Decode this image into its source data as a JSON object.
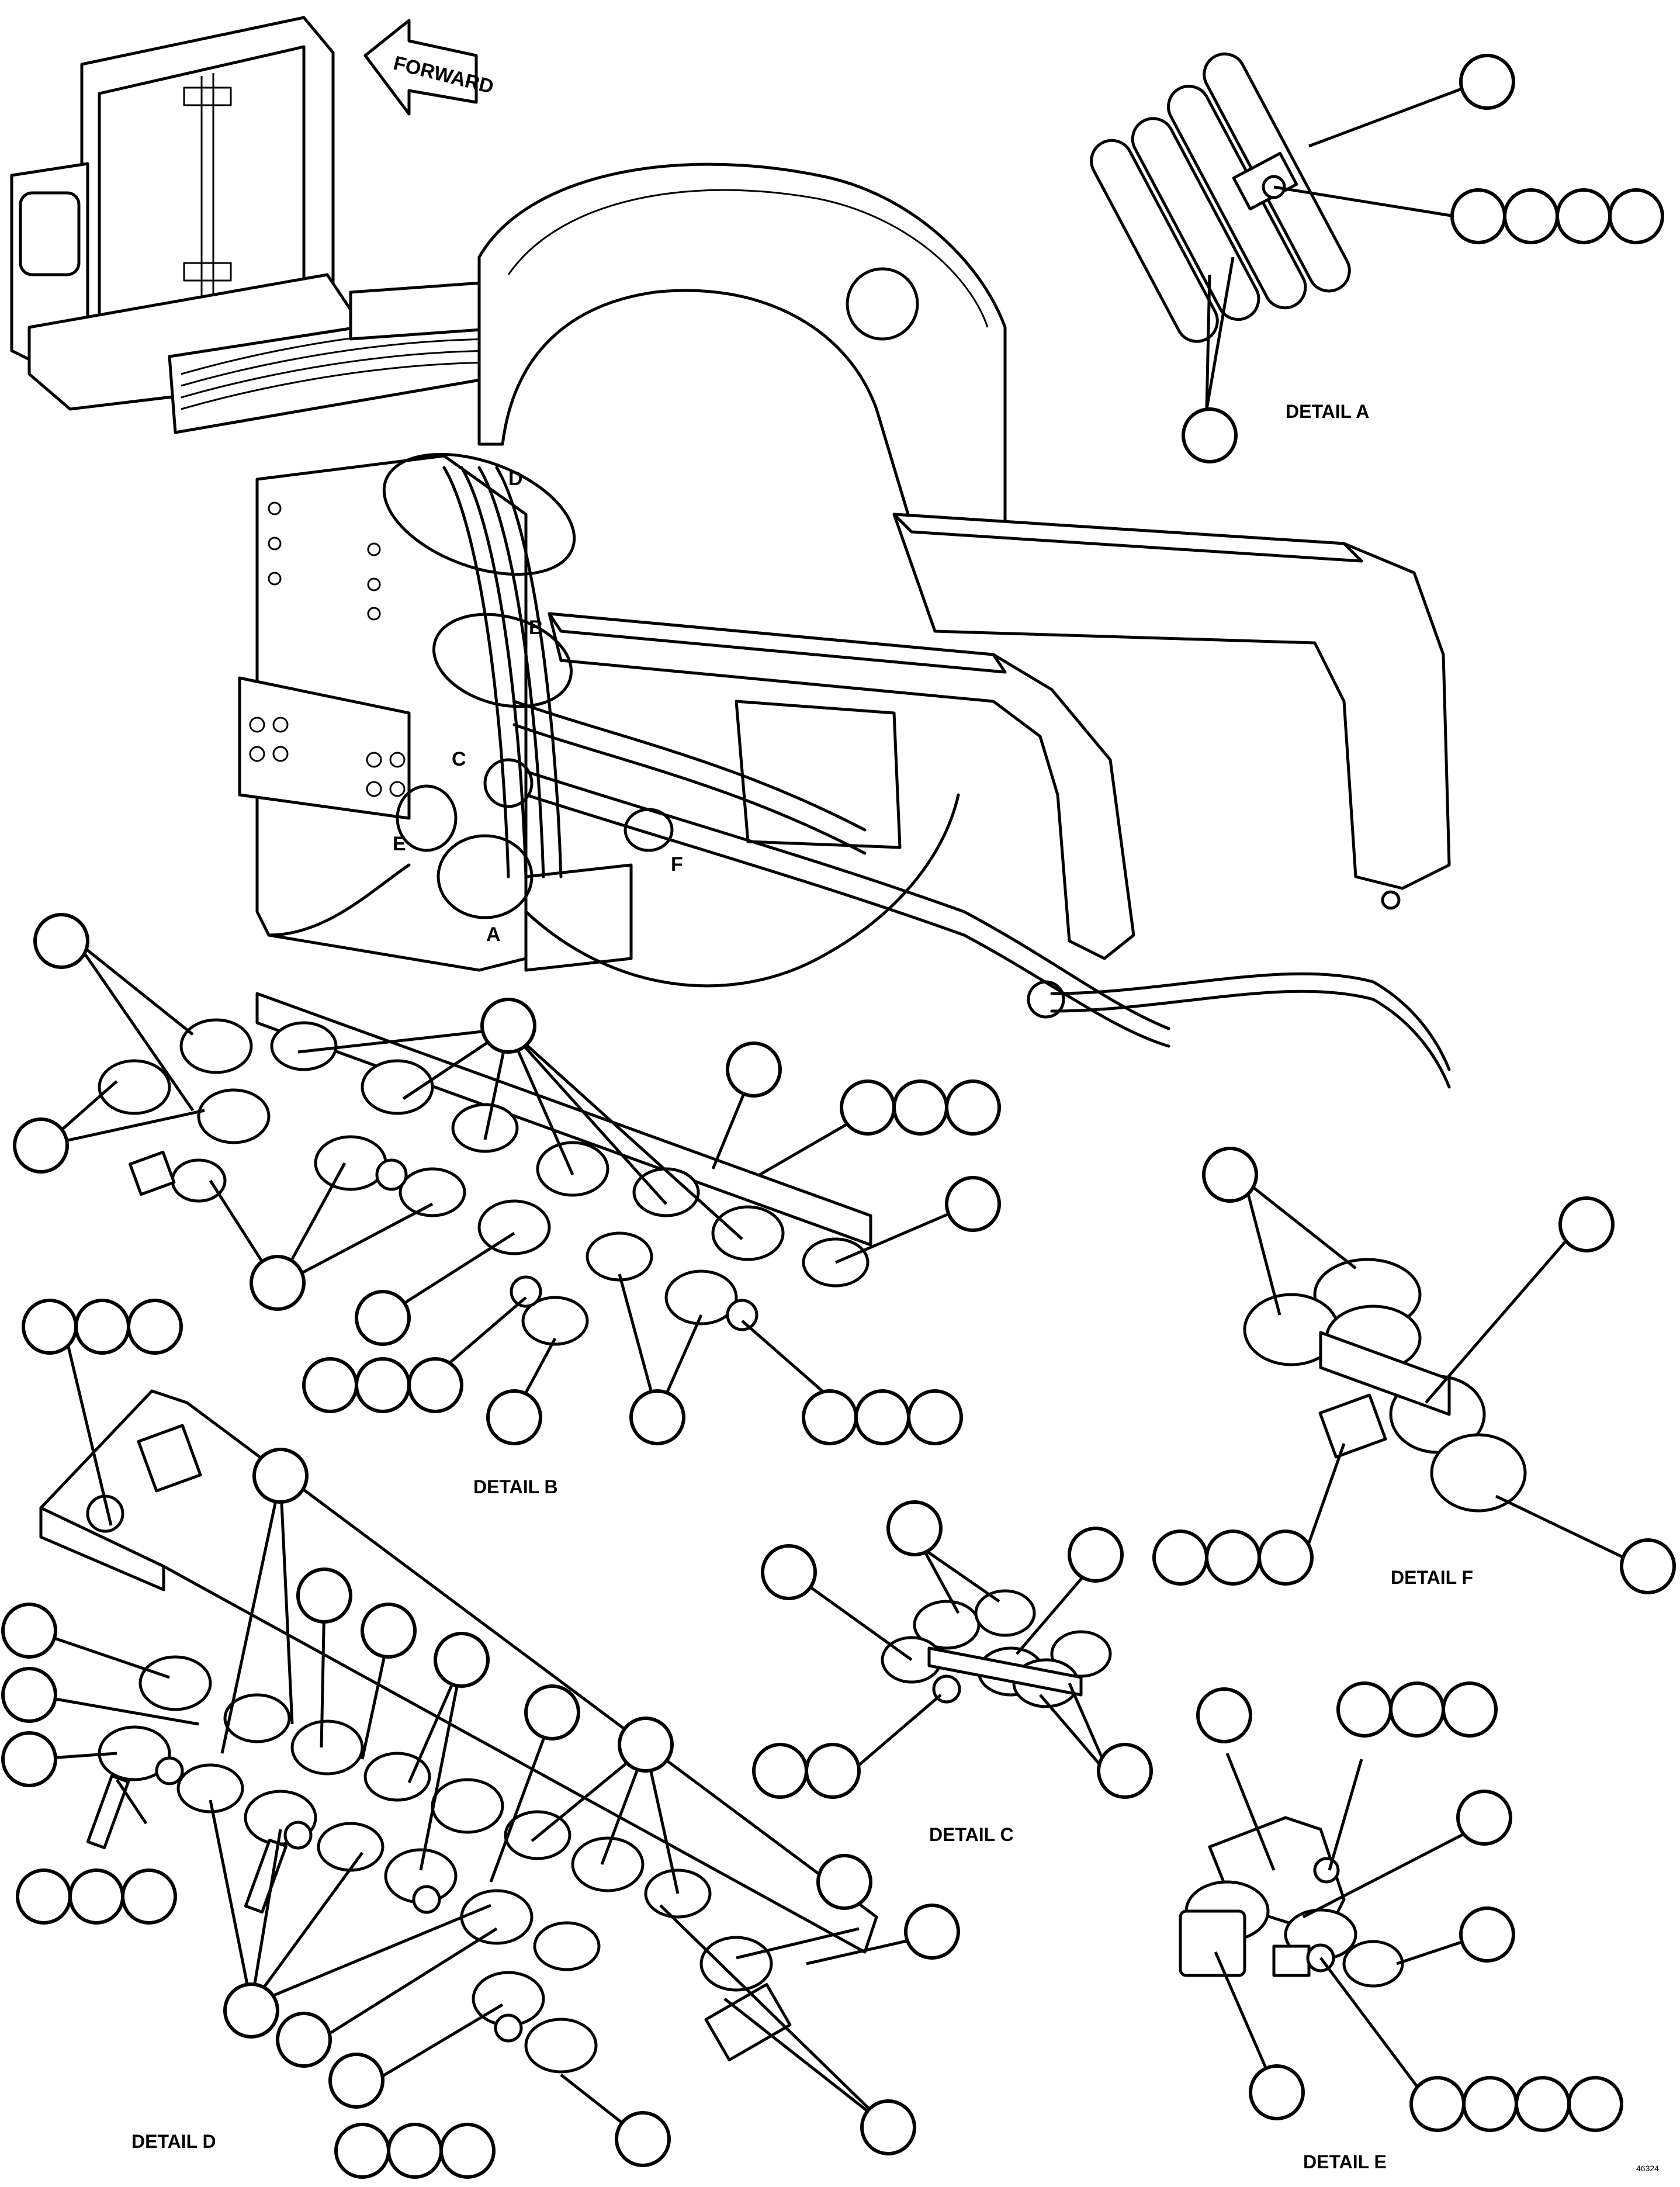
{
  "labels": {
    "forward": "FORWARD",
    "detail_a": "DETAIL A",
    "detail_b": "DETAIL B",
    "detail_c": "DETAIL C",
    "detail_d": "DETAIL D",
    "detail_e": "DETAIL E",
    "detail_f": "DETAIL F",
    "sheet_id": "46324"
  },
  "callouts": {
    "a": "A",
    "b": "B",
    "c": "C",
    "d": "D",
    "e": "E",
    "f": "F"
  }
}
